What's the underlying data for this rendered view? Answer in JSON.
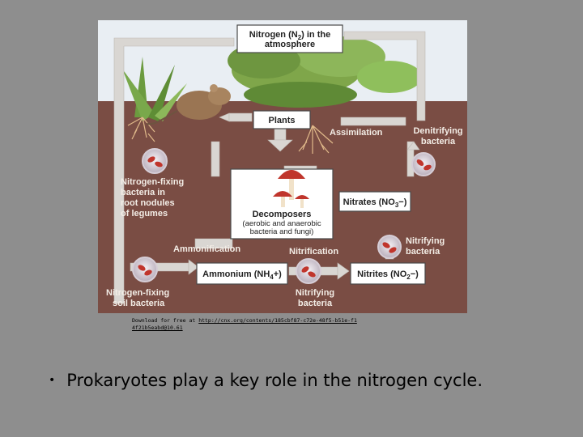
{
  "diagram": {
    "atmosphere_line1": "Nitrogen (N",
    "atmosphere_sub": "2",
    "atmosphere_end": ") in the",
    "atmosphere_line2": "atmosphere",
    "plants": "Plants",
    "assimilation": "Assimilation",
    "denitrifying_line1": "Denitrifying",
    "denitrifying_line2": "bacteria",
    "fixing_root_line1": "Nitrogen-fixing",
    "fixing_root_line2": "bacteria in",
    "fixing_root_line3": "root nodules",
    "fixing_root_line4": "of legumes",
    "decomposers_title": "Decomposers",
    "decomposers_line1": "(aerobic and anaerobic",
    "decomposers_line2": "bacteria and fungi)",
    "nitrates_main": "Nitrates (NO",
    "nitrates_sub": "3",
    "nitrates_end": "−)",
    "ammonification": "Ammonification",
    "nitrification": "Nitrification",
    "nitrifying_right_line1": "Nitrifying",
    "nitrifying_right_line2": "bacteria",
    "ammonium_main": "Ammonium (NH",
    "ammonium_sub": "4",
    "ammonium_end": "+)",
    "nitrites_main": "Nitrites (NO",
    "nitrites_sub": "2",
    "nitrites_end": "−)",
    "fixing_soil_line1": "Nitrogen-fixing",
    "fixing_soil_line2": "soil bacteria",
    "nitrifying_bottom_line1": "Nitrifying",
    "nitrifying_bottom_line2": "bacteria"
  },
  "credit": {
    "prefix": "Download for free at ",
    "link_line1": "http://cnx.org/contents/185cbf87-c72e-48f5-b51e-f1",
    "link_line2": "4f21b5eabd@10.61"
  },
  "bullet_text": "Prokaryotes play a key role in the nitrogen cycle.",
  "colors": {
    "page_background": "#8e8e8e",
    "sky": "#e9eef3",
    "soil": "#7a4d44"
  }
}
